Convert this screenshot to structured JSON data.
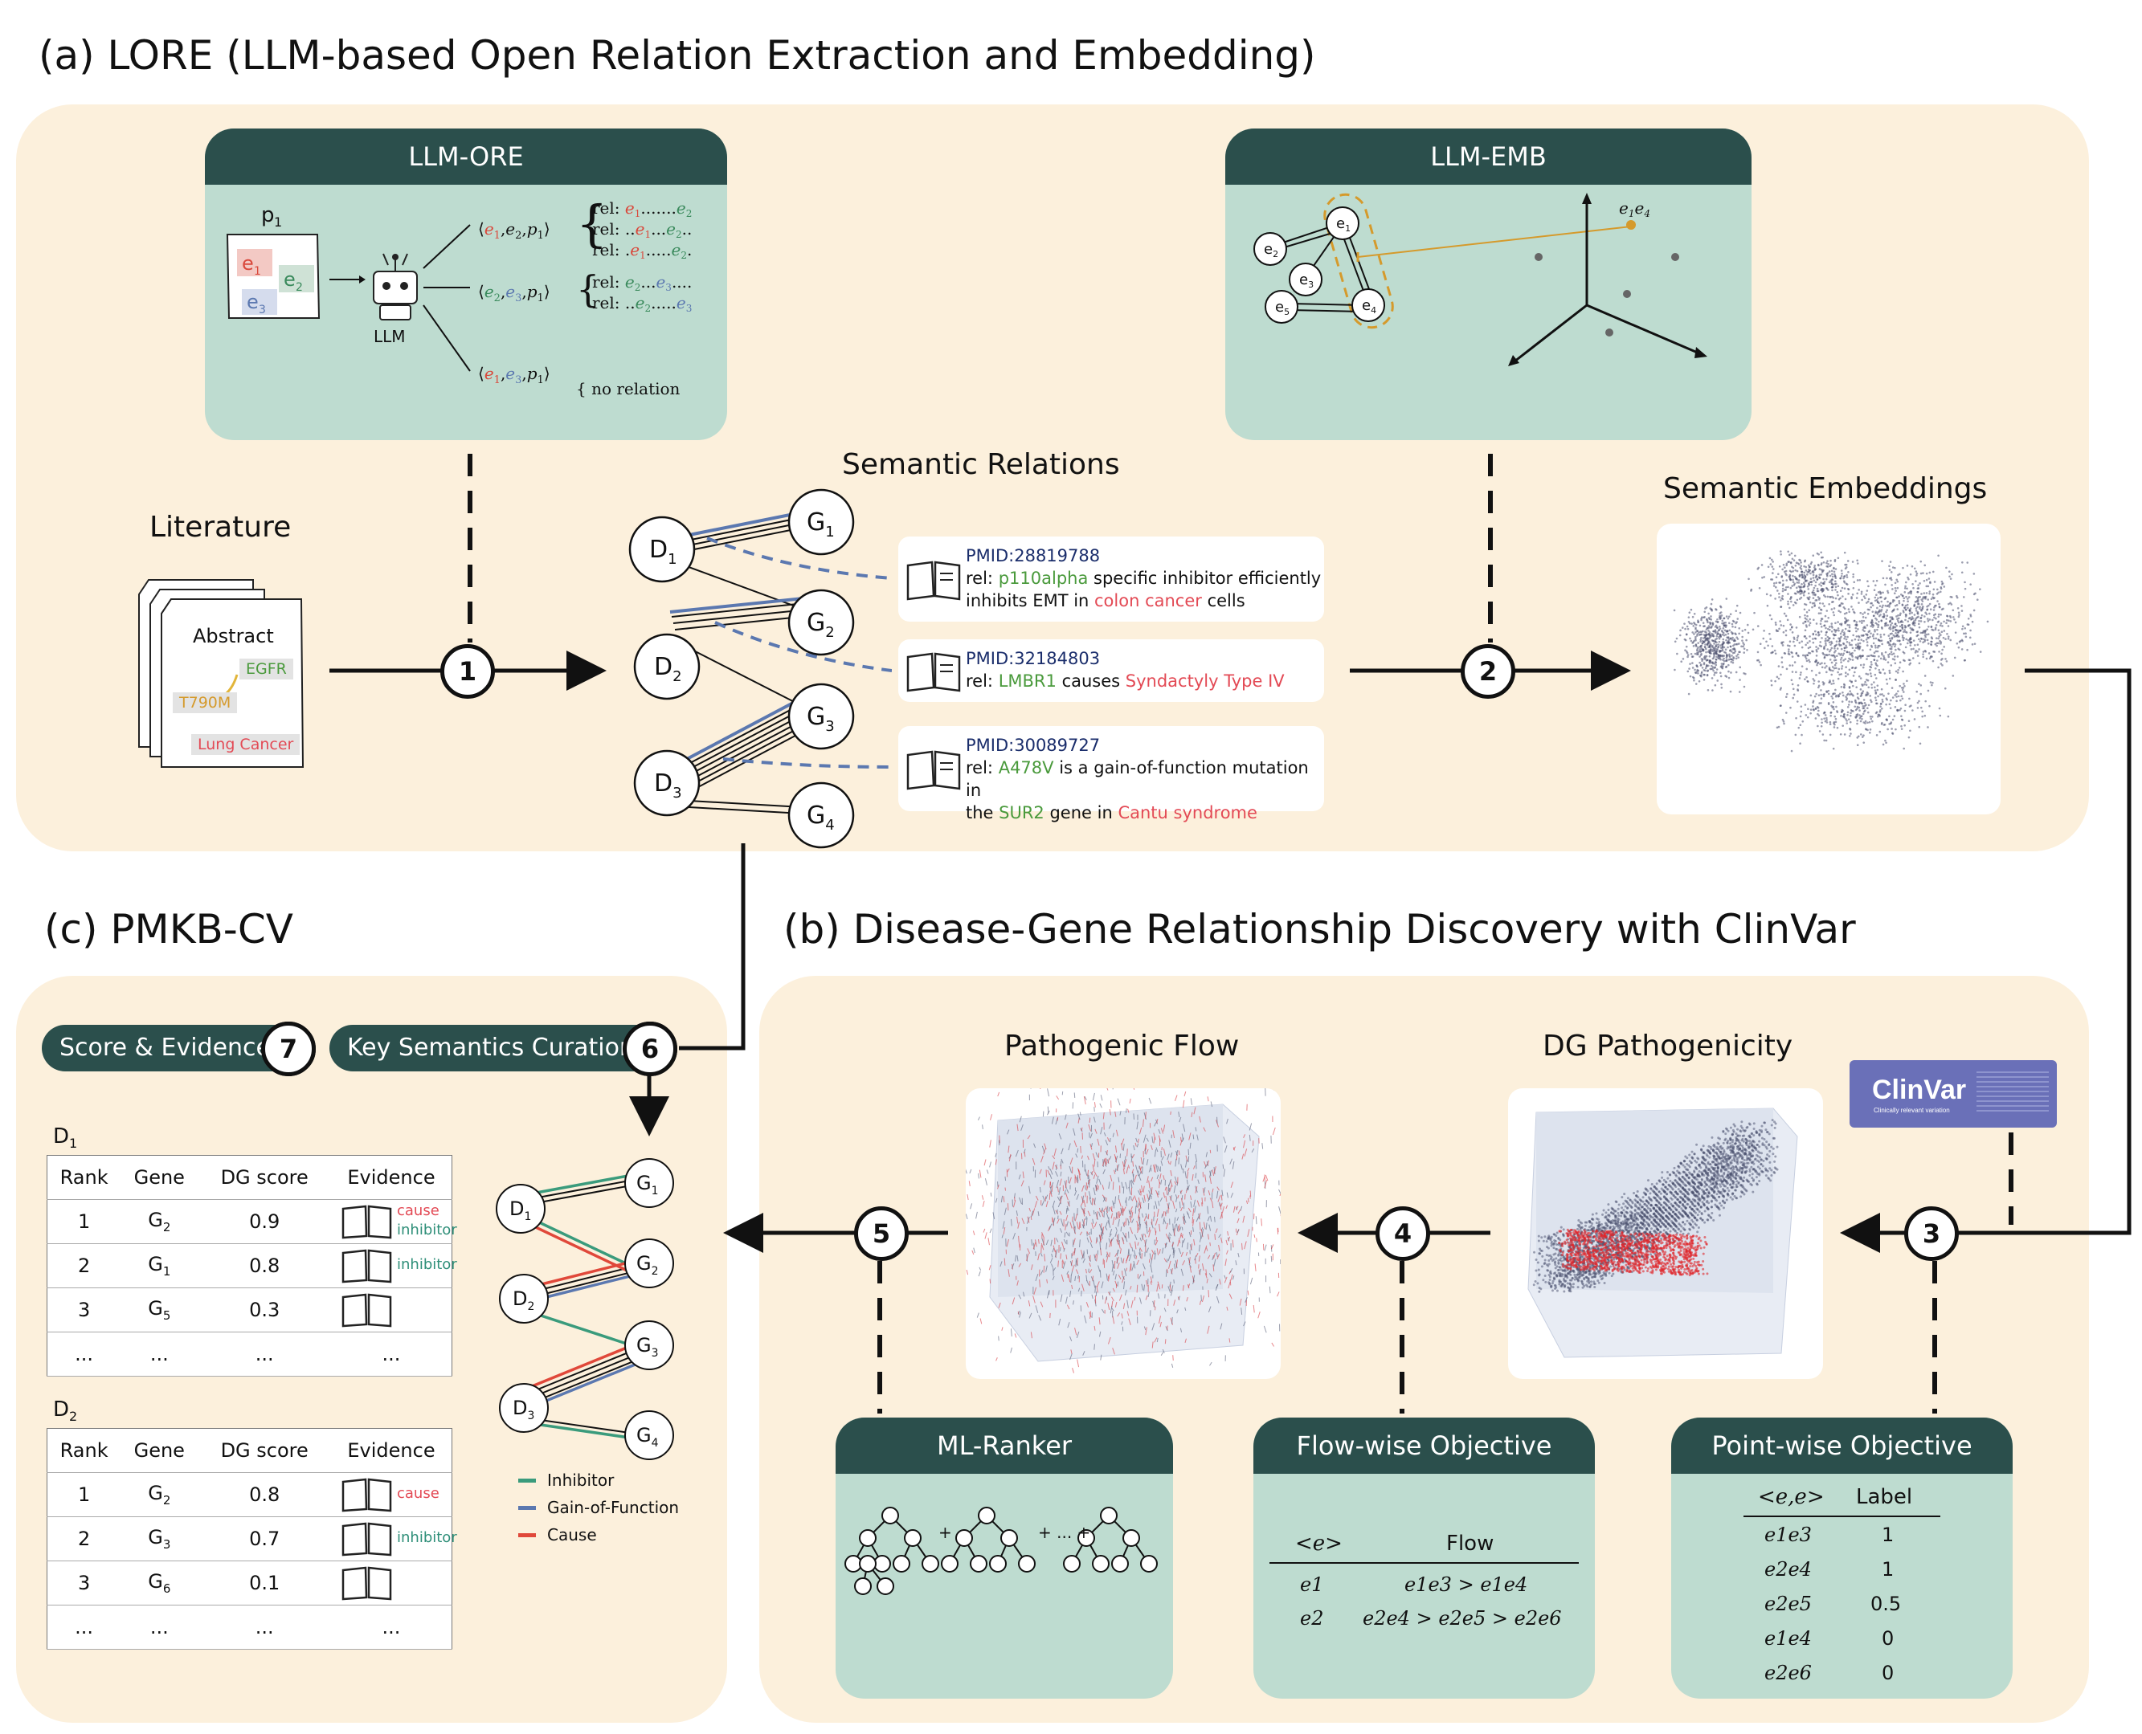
{
  "titles": {
    "a": "(a) LORE (LLM-based Open Relation Extraction and Embedding)",
    "b": "(b) Disease-Gene Relationship Discovery with ClinVar",
    "c": "(c) PMKB-CV"
  },
  "llm_ore": {
    "header": "LLM-ORE",
    "doc_label": "p",
    "doc_sub": "1",
    "llm_label": "LLM",
    "rel_prefix": "rel:",
    "no_relation": "{ no relation"
  },
  "llm_emb": {
    "header": "LLM-EMB",
    "point_label": "e"
  },
  "literature": {
    "label": "Literature",
    "abstract": "Abstract",
    "egfr": "EGFR",
    "t790m": "T790M",
    "lung": "Lung Cancer"
  },
  "semantic_relations": {
    "label": "Semantic Relations"
  },
  "semantic_embeddings": {
    "label": "Semantic Embeddings"
  },
  "steps": [
    "1",
    "2",
    "3",
    "4",
    "5",
    "6",
    "7"
  ],
  "evidence_cards": [
    {
      "pmid": "PMID:28819788",
      "rel": "rel:",
      "parts": [
        [
          "p110alpha",
          "green"
        ],
        [
          " specific inhibitor efficiently",
          ""
        ]
      ],
      "line2": [
        [
          "inhibits EMT in ",
          ""
        ],
        [
          "colon cancer",
          "red"
        ],
        [
          " cells",
          ""
        ]
      ]
    },
    {
      "pmid": "PMID:32184803",
      "rel": "rel:",
      "parts": [
        [
          "LMBR1",
          "green"
        ],
        [
          " causes ",
          ""
        ],
        [
          "Syndactyly Type IV",
          "red"
        ]
      ],
      "line2": []
    },
    {
      "pmid": "PMID:30089727",
      "rel": "rel:",
      "parts": [
        [
          "A478V",
          "green"
        ],
        [
          " is a gain-of-function mutation in",
          ""
        ]
      ],
      "line2": [
        [
          "the ",
          ""
        ],
        [
          "SUR2",
          "green"
        ],
        [
          " gene in ",
          ""
        ],
        [
          "Cantu syndrome",
          "red"
        ]
      ]
    }
  ],
  "pathogenic_flow": {
    "label": "Pathogenic Flow"
  },
  "dg_pathogenicity": {
    "label": "DG Pathogenicity"
  },
  "clinvar": {
    "name": "ClinVar",
    "sub": "Clinically relevant variation"
  },
  "ml_ranker": {
    "header": "ML-Ranker"
  },
  "flow_objective": {
    "header": "Flow-wise Objective",
    "col1": "<e>",
    "col2": "Flow",
    "rows": [
      [
        "e1",
        "e1e3 > e1e4"
      ],
      [
        "e2",
        "e2e4 > e2e5 > e2e6"
      ]
    ]
  },
  "point_objective": {
    "header": "Point-wise Objective",
    "col1": "<e,e>",
    "col2": "Label",
    "rows": [
      [
        "e1e3",
        "1"
      ],
      [
        "e2e4",
        "1"
      ],
      [
        "e2e5",
        "0.5"
      ],
      [
        "e1e4",
        "0"
      ],
      [
        "e2e6",
        "0"
      ]
    ]
  },
  "pmkb": {
    "score_pill": "Score & Evidence",
    "curation_pill": "Key Semantics Curation",
    "tables": [
      {
        "disease": "D",
        "sub": "1",
        "headers": [
          "Rank",
          "Gene",
          "DG score",
          "Evidence"
        ],
        "rows": [
          [
            "1",
            "G",
            "2",
            "0.9",
            [
              "cause",
              "inhibitor"
            ]
          ],
          [
            "2",
            "G",
            "1",
            "0.8",
            [
              "inhibitor"
            ]
          ],
          [
            "3",
            "G",
            "5",
            "0.3",
            []
          ],
          [
            "...",
            "...",
            "",
            "...",
            [
              "..."
            ]
          ]
        ]
      },
      {
        "disease": "D",
        "sub": "2",
        "headers": [
          "Rank",
          "Gene",
          "DG score",
          "Evidence"
        ],
        "rows": [
          [
            "1",
            "G",
            "2",
            "0.8",
            [
              "cause"
            ]
          ],
          [
            "2",
            "G",
            "3",
            "0.7",
            [
              "inhibitor"
            ]
          ],
          [
            "3",
            "G",
            "6",
            "0.1",
            []
          ],
          [
            "...",
            "...",
            "",
            "...",
            [
              "..."
            ]
          ]
        ]
      }
    ],
    "legend": [
      {
        "name": "Inhibitor",
        "color": "#3a9b7c"
      },
      {
        "name": "Gain-of-Function",
        "color": "#5b78b0"
      },
      {
        "name": "Cause",
        "color": "#e0483a"
      }
    ]
  },
  "colors": {
    "panel": "#fcf0dc",
    "green_box": "#bedcd0",
    "header": "#2b4f4c"
  }
}
